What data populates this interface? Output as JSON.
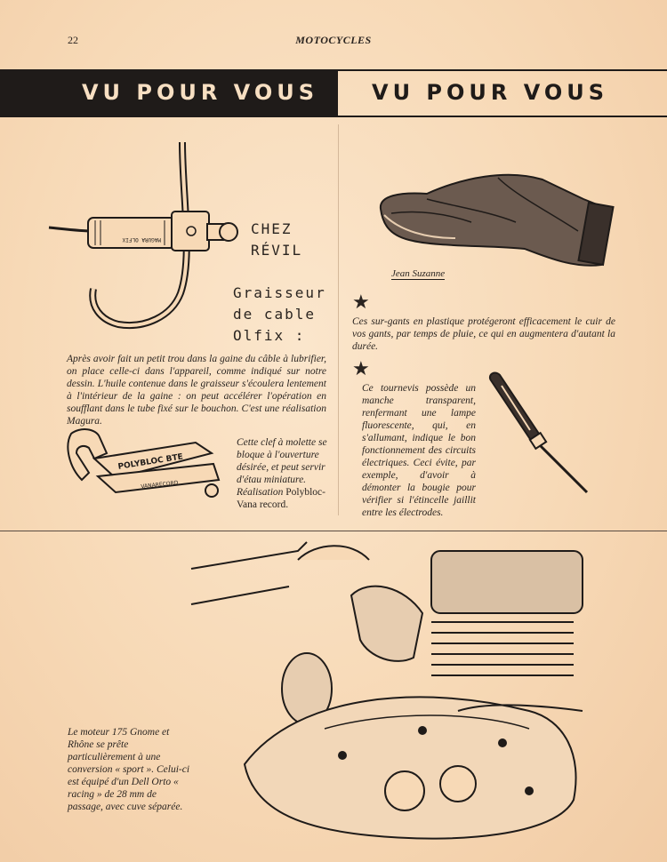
{
  "header": {
    "page_number": "22",
    "running_title": "MOTOCYCLES"
  },
  "banner": {
    "left": "VU POUR VOUS",
    "right": "VU POUR VOUS"
  },
  "graisseur": {
    "shop": "CHEZ RÉVIL",
    "shop_line1": "CHEZ",
    "shop_line2": "RÉVIL",
    "title_line1": "Graisseur",
    "title_line2": "de cable",
    "title_line3": "Olfix :",
    "body": "Après avoir fait un petit trou dans la gaine du câble à lubrifier, on place celle-ci dans l'appareil, comme indiqué sur notre dessin. L'huile contenue dans le graisseur s'écoulera lentement à l'intérieur de la gaine : on peut accélérer l'opération en soufflant dans le tube fixé sur le bouchon. C'est une réalisation Magura."
  },
  "clef": {
    "engraving_main": "POLYBLOC BTE",
    "engraving_handle": "VANARECORD",
    "body_italic": "Cette clef à molette se bloque à l'ouverture désirée, et peut servir d'étau miniature. Réalisation ",
    "body_roman": "Polybloc-Vana record."
  },
  "gants": {
    "signature": "Jean Suzanne",
    "star": "★",
    "body": "Ces sur-gants en plastique protégeront efficacement le cuir de vos gants, par temps de pluie, ce qui en augmentera d'autant la durée."
  },
  "tournevis": {
    "star": "★",
    "body": "Ce tournevis possède un manche transparent, renfermant une lampe fluorescente, qui, en s'allumant, indique le bon fonctionnement des circuits électriques. Ceci évite, par exemple, d'avoir à démonter la bougie pour vérifier si l'étincelle jaillit entre les électrodes."
  },
  "moteur": {
    "body": "Le moteur 175 Gnome et Rhône se prête particulièrement à une conversion « sport ». Celui-ci est équipé d'un Dell Orto « racing » de 28 mm de passage, avec cuve séparée."
  },
  "colors": {
    "paper": "#f7d9b6",
    "ink": "#1f1b19"
  }
}
